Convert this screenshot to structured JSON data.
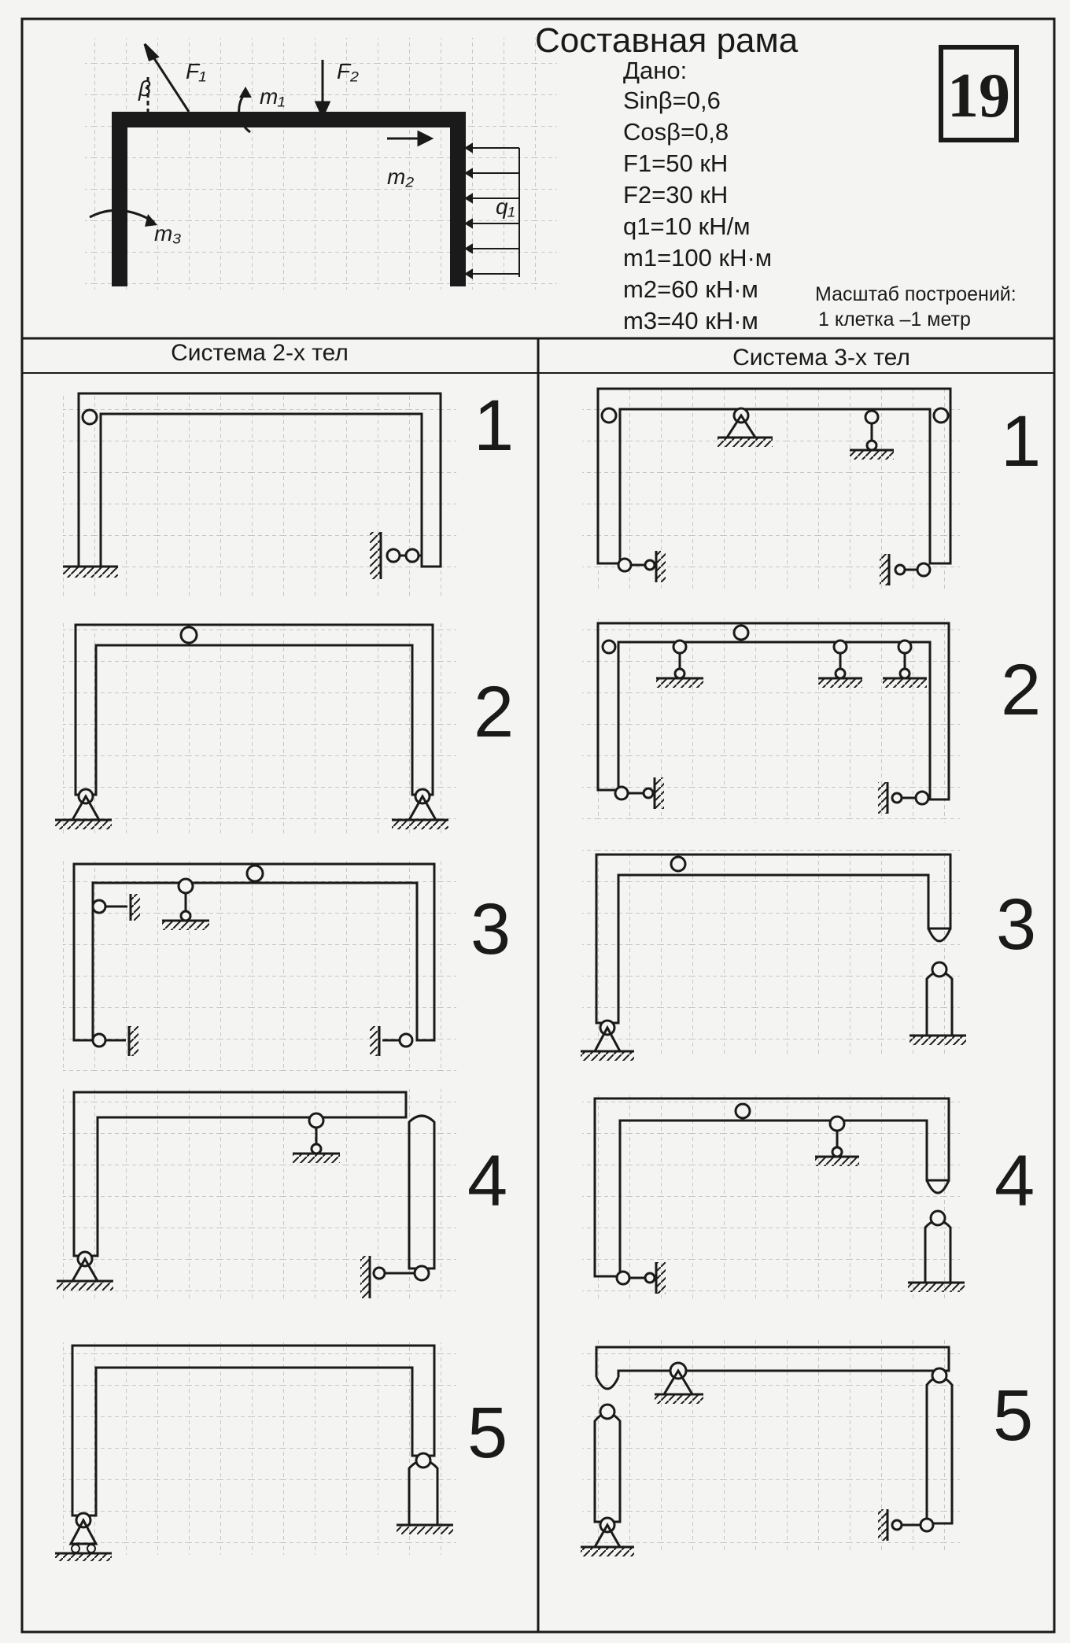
{
  "header": {
    "title": "Составная рама",
    "given_label": "Дано:",
    "variant_badge": "19",
    "givens": [
      "Sinβ=0,6",
      "Cosβ=0,8",
      "F1=50 кН",
      "F2=30 кН",
      "q1=10 кН/м",
      "m1=100 кН·м",
      "m2=60 кН·м",
      "m3=40 кН·м"
    ],
    "scale_note": [
      "Масштаб построений:",
      "1 клетка –1 метр"
    ]
  },
  "main_diagram": {
    "labels": {
      "beta": "β",
      "f1": "F₁",
      "f2": "F₂",
      "m1": "m₁",
      "m2": "m₂",
      "m3": "m₃",
      "q1": "q₁"
    }
  },
  "columns": {
    "left": {
      "heading": "Система 2-х тел",
      "variants": [
        "1",
        "2",
        "3",
        "4",
        "5"
      ]
    },
    "right": {
      "heading": "Система 3-х тел",
      "variants": [
        "1",
        "2",
        "3",
        "4",
        "5"
      ]
    }
  },
  "colors": {
    "ink": "#1a1a1a",
    "paper": "#f4f4f2",
    "grid": "#9a9a9a"
  }
}
